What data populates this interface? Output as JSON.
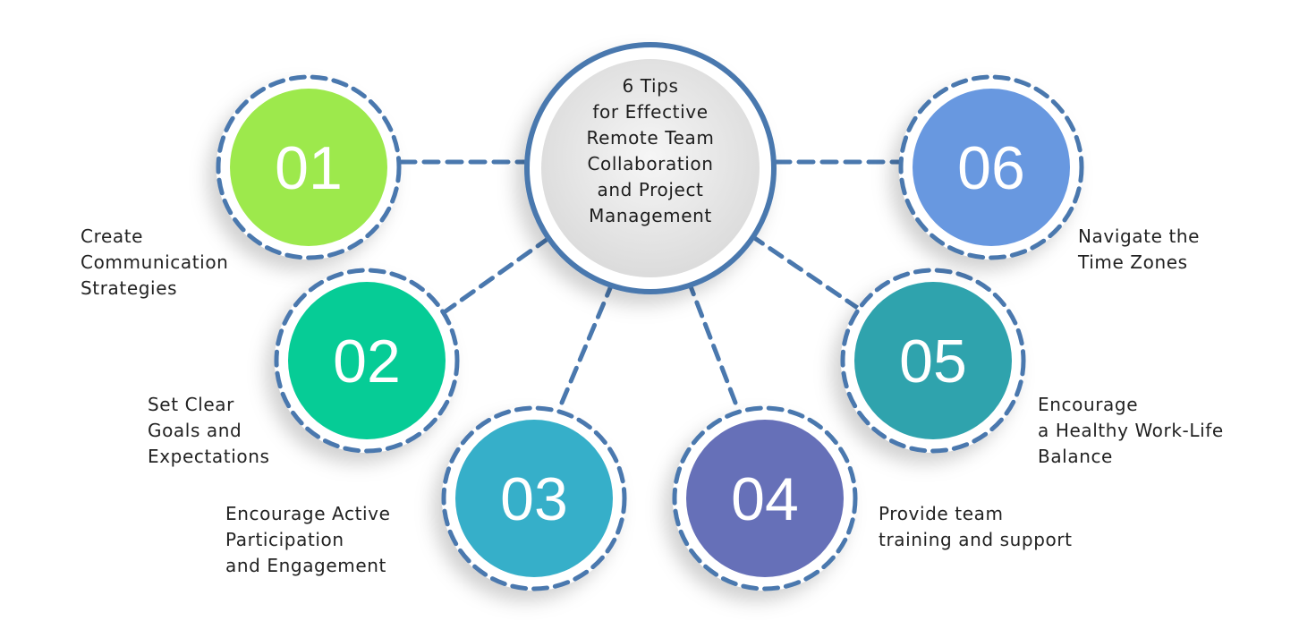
{
  "title": [
    "6 Tips",
    "for Effective",
    "Remote Team",
    "Collaboration",
    "and Project",
    "Management"
  ],
  "colors": {
    "stroke": "#4a78ae",
    "center_fill": "#e4e4e4"
  },
  "tips": [
    {
      "number": "01",
      "color": "#9de94c",
      "label": [
        "Create",
        "Communication",
        "Strategies"
      ]
    },
    {
      "number": "02",
      "color": "#06cc96",
      "label": [
        "Set Clear",
        "Goals and",
        "Expectations"
      ]
    },
    {
      "number": "03",
      "color": "#36afc9",
      "label": [
        "Encourage Active",
        "Participation",
        "and Engagement"
      ]
    },
    {
      "number": "04",
      "color": "#6670b8",
      "label": [
        "Provide team",
        "training and support"
      ]
    },
    {
      "number": "05",
      "color": "#2fa3ad",
      "label": [
        "Encourage",
        "a Healthy Work-Life",
        "Balance"
      ]
    },
    {
      "number": "06",
      "color": "#6898e0",
      "label": [
        "Navigate the",
        "Time Zones"
      ]
    }
  ]
}
